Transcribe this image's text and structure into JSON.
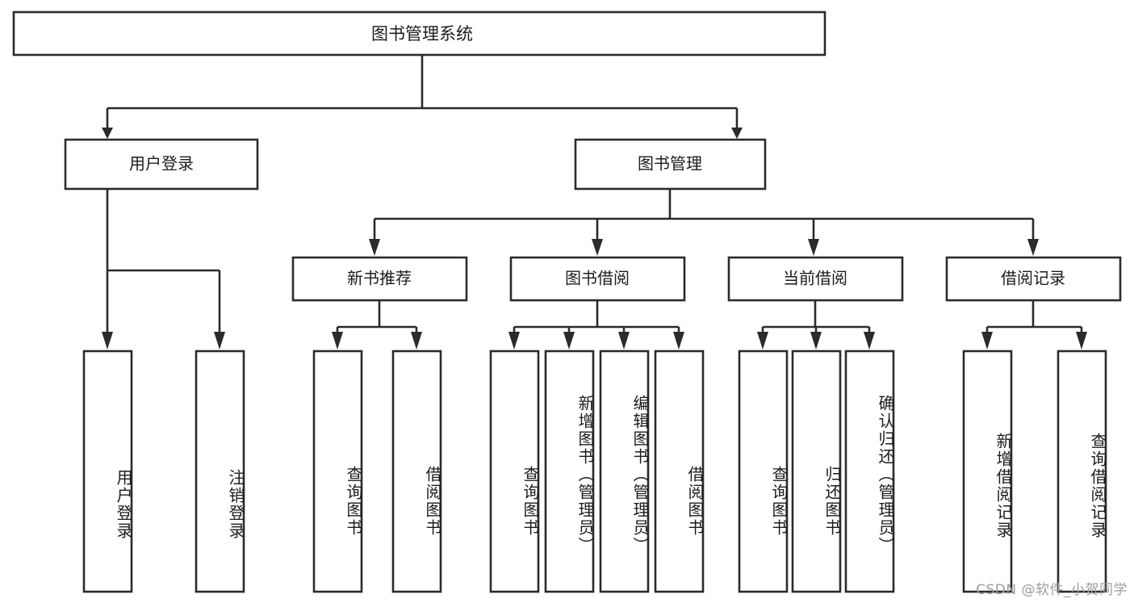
{
  "diagram": {
    "title": "图书管理系统",
    "type": "tree",
    "colors": {
      "stroke": "#2b2b2b",
      "box_fill": "#ffffff",
      "text": "#1c1c1c",
      "background": "#ffffff",
      "watermark": "#9d9d9d"
    },
    "root": {
      "label": "图书管理系统"
    },
    "level2": [
      {
        "label": "用户登录"
      },
      {
        "label": "图书管理"
      }
    ],
    "level3": [
      {
        "label": "新书推荐"
      },
      {
        "label": "图书借阅"
      },
      {
        "label": "当前借阅"
      },
      {
        "label": "借阅记录"
      }
    ],
    "leaves": {
      "user_login": [
        {
          "label": "用户登录"
        },
        {
          "label": "注销登录"
        }
      ],
      "new_book_recommend": [
        {
          "label": "查询图书"
        },
        {
          "label": "借阅图书"
        }
      ],
      "book_borrow": [
        {
          "label": "查询图书"
        },
        {
          "label": "新增图书（管理员）"
        },
        {
          "label": "编辑图书（管理员）"
        },
        {
          "label": "借阅图书"
        }
      ],
      "current_borrow": [
        {
          "label": "查询图书"
        },
        {
          "label": "归还图书"
        },
        {
          "label": "确认归还（管理员）"
        }
      ],
      "borrow_record": [
        {
          "label": "新增借阅记录"
        },
        {
          "label": "查询借阅记录"
        }
      ]
    }
  },
  "watermark": {
    "text": "CSDN @软件_小贺同学"
  }
}
